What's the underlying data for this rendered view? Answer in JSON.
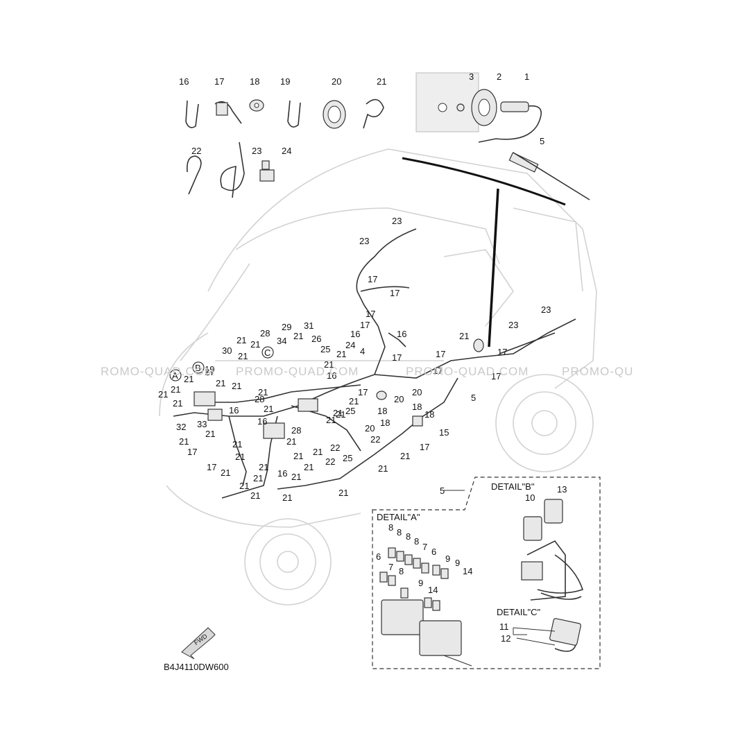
{
  "diagram": {
    "code": "B4J4110DW600",
    "fwd_label": "FWD",
    "watermarks": [
      "ROMO-QUAD.COM",
      "PROMO-QUAD.COM",
      "PROMO-QUAD.COM",
      "PROMO-QU"
    ],
    "details": {
      "a": {
        "title": "DETAIL\"A\""
      },
      "b": {
        "title": "DETAIL\"B\""
      },
      "c": {
        "title": "DETAIL\"C\""
      }
    },
    "accessories": [
      {
        "num": "16",
        "kind": "tie-clip"
      },
      {
        "num": "17",
        "kind": "band"
      },
      {
        "num": "18",
        "kind": "grommet"
      },
      {
        "num": "19",
        "kind": "tie-clip"
      },
      {
        "num": "20",
        "kind": "clamp"
      },
      {
        "num": "21",
        "kind": "tie"
      },
      {
        "num": "22",
        "kind": "loop-tie"
      },
      {
        "num": "23",
        "kind": "long-tie"
      },
      {
        "num": "24",
        "kind": "holder"
      }
    ],
    "callouts": {
      "top": [
        "3",
        "2",
        "1",
        "5"
      ],
      "harness_upper": [
        "23",
        "23",
        "17",
        "17",
        "17",
        "17",
        "16",
        "16",
        "23",
        "23",
        "21",
        "17",
        "17",
        "17",
        "17",
        "17"
      ],
      "harness_center": [
        "29",
        "31",
        "28",
        "34",
        "21",
        "26",
        "25",
        "24",
        "4",
        "21",
        "21",
        "30",
        "21",
        "21",
        "21",
        "16",
        "17",
        "20",
        "20",
        "21",
        "21",
        "21",
        "21",
        "28",
        "21",
        "21",
        "25",
        "18",
        "18",
        "18",
        "18",
        "20",
        "22",
        "15",
        "17"
      ],
      "harness_left": [
        "19",
        "27",
        "21",
        "21",
        "21",
        "21",
        "21",
        "21",
        "32",
        "33",
        "16",
        "16",
        "21",
        "21",
        "21",
        "17",
        "21",
        "21",
        "17",
        "21",
        "21",
        "21",
        "21",
        "16",
        "21",
        "21"
      ],
      "harness_lower": [
        "28",
        "21",
        "21",
        "21",
        "22",
        "22",
        "25",
        "21",
        "21",
        "21",
        "21",
        "5"
      ],
      "detail_a": [
        "8",
        "8",
        "8",
        "8",
        "7",
        "6",
        "6",
        "7",
        "8",
        "9",
        "9",
        "14",
        "9",
        "14"
      ],
      "detail_b": [
        "10",
        "13"
      ],
      "detail_c": [
        "11",
        "12"
      ],
      "markers": [
        "A",
        "B",
        "C"
      ]
    }
  }
}
